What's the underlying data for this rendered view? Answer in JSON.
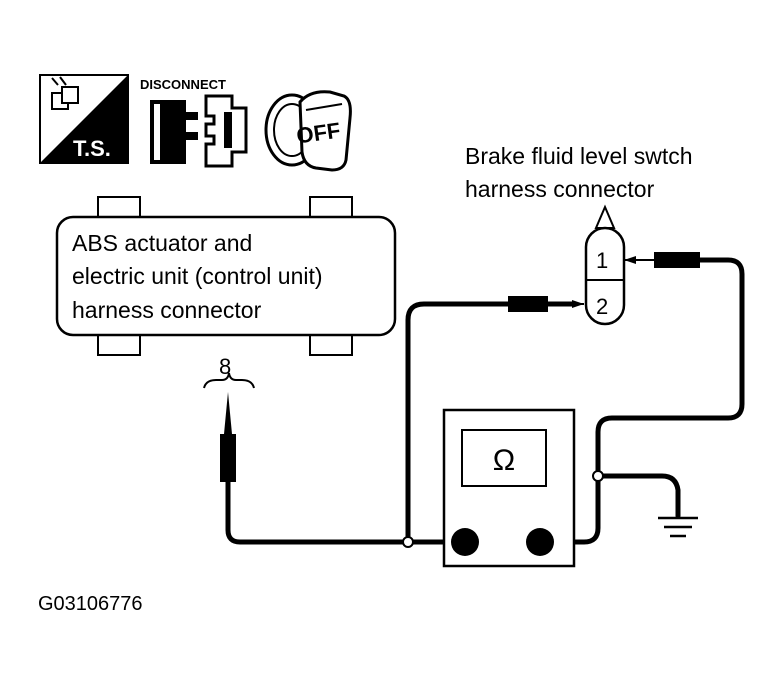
{
  "icons": {
    "ts_label": "T.S.",
    "disconnect_label": "DISCONNECT",
    "ignition_label": "OFF"
  },
  "abs_connector": {
    "line1": "ABS actuator and",
    "line2": "electric unit (control unit)",
    "line3": "harness connector",
    "terminal": "8"
  },
  "brake_switch": {
    "line1": "Brake fluid level swtch",
    "line2": "harness connector",
    "pin1": "1",
    "pin2": "2"
  },
  "meter": {
    "symbol": "Ω"
  },
  "figure_id": "G03106776"
}
